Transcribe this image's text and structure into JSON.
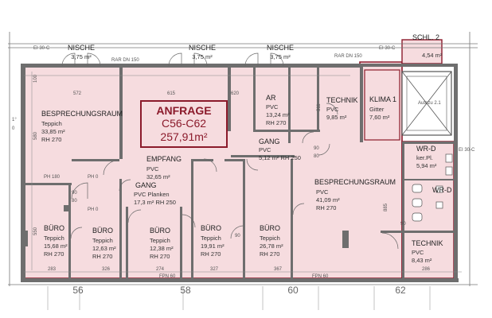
{
  "rooms": {
    "nische_1": {
      "name": "NISCHE",
      "area": "3,75 m²"
    },
    "nische_2": {
      "name": "NISCHE",
      "area": "3,75 m²"
    },
    "nische_3": {
      "name": "NISCHE",
      "area": "3,75 m²"
    },
    "schl": {
      "name": "SCHL. 2",
      "area": "4,54 m²"
    },
    "bespr_left": {
      "name": "BESPRECHUNGSRAUM",
      "floor": "Teppich",
      "area": "33,85 m²",
      "rh": "RH 270"
    },
    "ar": {
      "name": "AR",
      "floor": "PVC",
      "area": "13,24 m²",
      "rh": "RH 270"
    },
    "technik_top": {
      "name": "TECHNIK",
      "floor": "PVC",
      "area": "9,85 m²"
    },
    "klima": {
      "name": "KLIMA 1",
      "floor": "Gitter",
      "area": "7,60 m²"
    },
    "empfang": {
      "name": "EMPFANG",
      "floor": "PVC",
      "area": "32,65 m²"
    },
    "gang_mid": {
      "name": "GANG",
      "floor": "PVC",
      "area": "5,12 m² RH 250"
    },
    "wrd": {
      "name": "WR-D",
      "floor": "ker.Pl.",
      "area": "5,94 m²"
    },
    "wrd2": {
      "name": "WR-D"
    },
    "gang_left": {
      "name": "GANG",
      "floor": "PVC Planken",
      "area": "17,3 m² RH 250"
    },
    "bespr_right": {
      "name": "BESPRECHUNGSRAUM",
      "floor": "PVC",
      "area": "41,09 m²",
      "rh": "RH 270"
    },
    "buero_1": {
      "name": "BÜRO",
      "floor": "Teppich",
      "area": "15,68 m²",
      "rh": "RH 270"
    },
    "buero_2": {
      "name": "BÜRO",
      "floor": "Teppich",
      "area": "12,63 m²",
      "rh": "RH 270"
    },
    "buero_3": {
      "name": "BÜRO",
      "floor": "Teppich",
      "area": "12,38 m²",
      "rh": "RH 270"
    },
    "buero_4": {
      "name": "BÜRO",
      "floor": "Teppich",
      "area": "19,91 m²",
      "rh": "RH 270"
    },
    "buero_5": {
      "name": "BÜRO",
      "floor": "Teppich",
      "area": "26,78 m²",
      "rh": "RH 270"
    },
    "technik_bottom": {
      "name": "TECHNIK",
      "floor": "PVC",
      "area": "8,43 m²"
    }
  },
  "anfrage": {
    "title": "ANFRAGE",
    "units": "C56-C62",
    "area": "257,91m²"
  },
  "grid_axes": [
    "56",
    "58",
    "60",
    "62"
  ],
  "dims": {
    "d572": "572",
    "d615": "615",
    "d620": "620",
    "d311": "311",
    "d100": "100",
    "d580": "580",
    "d550": "550",
    "d885": "885",
    "d90": "90",
    "d80": "80",
    "d283": "283",
    "d326": "326",
    "d274": "274",
    "d327": "327",
    "d367": "367",
    "d286": "286",
    "ph180": "PH 180",
    "ph0": "PH 0",
    "rar": "RAR DN 150",
    "ei30": "EI 30-C",
    "fpn": "FPN 60",
    "t1": "1°",
    "t0": "0",
    "autozu": "Autozu 2.1"
  },
  "colors": {
    "zone_fill": "#f6dcdf",
    "zone_border": "#8b1a2b",
    "wall": "#6e6e6e"
  }
}
